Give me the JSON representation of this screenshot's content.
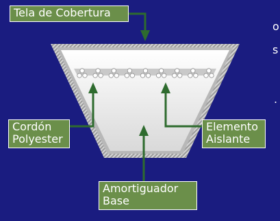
{
  "labels": {
    "cover_fabric": "Tela de Cobertura",
    "polyester_cord_line1": "Cordón",
    "polyester_cord_line2": "Polyester",
    "insulating_element_line1": "Elemento",
    "insulating_element_line2": "Aislante",
    "base_cushion_line1": "Amortiguador",
    "base_cushion_line2": "Base"
  },
  "edge_text": {
    "fragment_1": "o",
    "fragment_2": "s",
    "fragment_3": "."
  },
  "colors": {
    "background": "#1a1c80",
    "label_fill": "#6b8f4a",
    "leader_line": "#2e6b2e"
  }
}
